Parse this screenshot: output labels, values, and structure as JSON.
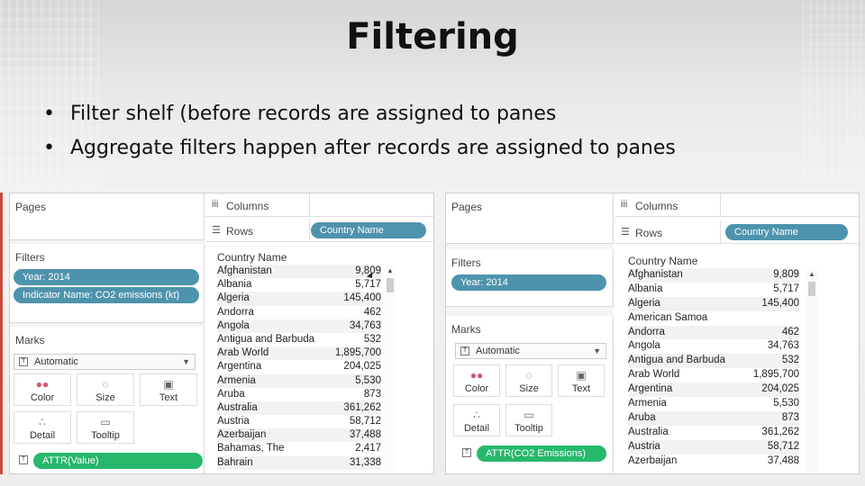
{
  "slide": {
    "title": "Filtering",
    "bullets": [
      "Filter shelf (before records are assigned to panes",
      "Aggregate filters happen after records are assigned to panes"
    ]
  },
  "left": {
    "pages_label": "Pages",
    "filters_label": "Filters",
    "filters": [
      "Year: 2014",
      "Indicator Name: CO2 emissions (kt)"
    ],
    "marks_label": "Marks",
    "mark_type": "Automatic",
    "mark_buttons": [
      "Color",
      "Size",
      "Text",
      "Detail",
      "Tooltip"
    ],
    "measure_pill": "ATTR(Value)",
    "columns_label": "Columns",
    "rows_label": "Rows",
    "rows_pill": "Country Name",
    "col_header": "Country Name",
    "rows": [
      {
        "name": "Afghanistan",
        "value": "9,809"
      },
      {
        "name": "Albania",
        "value": "5,717"
      },
      {
        "name": "Algeria",
        "value": "145,400"
      },
      {
        "name": "Andorra",
        "value": "462"
      },
      {
        "name": "Angola",
        "value": "34,763"
      },
      {
        "name": "Antigua and Barbuda",
        "value": "532"
      },
      {
        "name": "Arab World",
        "value": "1,895,700"
      },
      {
        "name": "Argentina",
        "value": "204,025"
      },
      {
        "name": "Armenia",
        "value": "5,530"
      },
      {
        "name": "Aruba",
        "value": "873"
      },
      {
        "name": "Australia",
        "value": "361,262"
      },
      {
        "name": "Austria",
        "value": "58,712"
      },
      {
        "name": "Azerbaijan",
        "value": "37,488"
      },
      {
        "name": "Bahamas, The",
        "value": "2,417"
      },
      {
        "name": "Bahrain",
        "value": "31,338"
      }
    ]
  },
  "right": {
    "pages_label": "Pages",
    "filters_label": "Filters",
    "filters": [
      "Year: 2014"
    ],
    "marks_label": "Marks",
    "mark_type": "Automatic",
    "mark_buttons": [
      "Color",
      "Size",
      "Text",
      "Detail",
      "Tooltip"
    ],
    "measure_pill": "ATTR(CO2 Emissions)",
    "columns_label": "Columns",
    "rows_label": "Rows",
    "rows_pill": "Country Name",
    "col_header": "Country Name",
    "rows": [
      {
        "name": "Afghanistan",
        "value": "9,809"
      },
      {
        "name": "Albania",
        "value": "5,717"
      },
      {
        "name": "Algeria",
        "value": "145,400"
      },
      {
        "name": "American Samoa",
        "value": ""
      },
      {
        "name": "Andorra",
        "value": "462"
      },
      {
        "name": "Angola",
        "value": "34,763"
      },
      {
        "name": "Antigua and Barbuda",
        "value": "532"
      },
      {
        "name": "Arab World",
        "value": "1,895,700"
      },
      {
        "name": "Argentina",
        "value": "204,025"
      },
      {
        "name": "Armenia",
        "value": "5,530"
      },
      {
        "name": "Aruba",
        "value": "873"
      },
      {
        "name": "Australia",
        "value": "361,262"
      },
      {
        "name": "Austria",
        "value": "58,712"
      },
      {
        "name": "Azerbaijan",
        "value": "37,488"
      }
    ]
  },
  "colors": {
    "blue_pill": "#4e93ad",
    "green_pill": "#27b86c"
  }
}
